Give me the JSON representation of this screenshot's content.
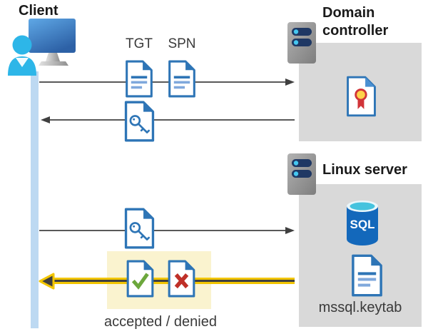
{
  "diagram": {
    "client": {
      "label": "Client"
    },
    "domain_controller": {
      "label": "Domain controller"
    },
    "linux_server": {
      "label": "Linux server",
      "database_label": "SQL",
      "keytab_filename": "mssql.keytab"
    },
    "tickets": {
      "tgt_label": "TGT",
      "spn_label": "SPN"
    },
    "result": {
      "label": "accepted / denied"
    },
    "colors": {
      "ticket_blue": "#2E75B6",
      "ticket_blue_light": "#7FA8DC",
      "client_cyan": "#2DB6E8",
      "lifeline_blue": "#BDD9F2",
      "server_box_gray": "#D9D9D9",
      "server_bar_navy": "#1F3864",
      "arrow_gray": "#3F3F3F",
      "highlight_cream": "#FAF3CF",
      "arrow_yellow": "#F2C500",
      "accepted_green": "#6CA73C",
      "denied_red": "#BF3028",
      "sql_body_blue": "#1368BB",
      "sql_top_cyan": "#45C3DE",
      "certificate_gold": "#FFD24A",
      "certificate_red": "#D13438"
    }
  }
}
